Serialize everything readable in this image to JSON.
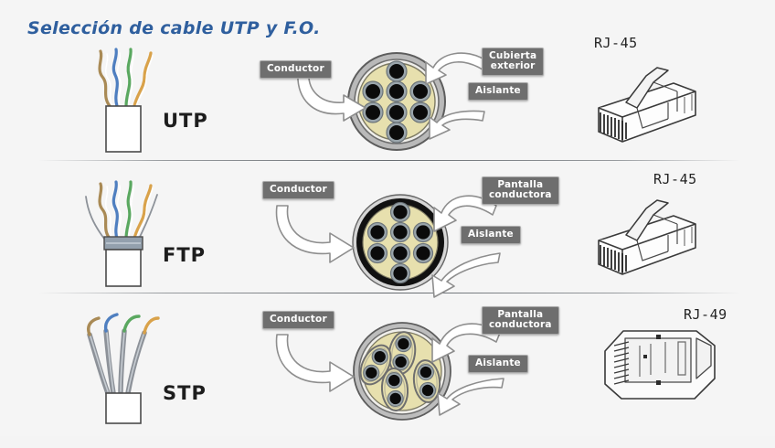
{
  "document": {
    "title": "Selección de cable UTP y F.O.",
    "background_color": "#f5f5f5",
    "title_color": "#2f5f9e"
  },
  "rows": [
    {
      "id": "utp",
      "cable_type_label": "UTP",
      "cable_icon": "utp-cable-bundle-icon",
      "cross_section_icon": "utp-cross-section-icon",
      "connector_icon": "rj45-connector-icon",
      "connector_label": "RJ-45",
      "callouts": [
        {
          "name": "conductor",
          "text": "Conductor"
        },
        {
          "name": "cubierta-exterior",
          "text": "Cubierta\nexterior"
        },
        {
          "name": "aislante",
          "text": "Aislante"
        }
      ]
    },
    {
      "id": "ftp",
      "cable_type_label": "FTP",
      "cable_icon": "ftp-cable-bundle-icon",
      "cross_section_icon": "ftp-cross-section-icon",
      "connector_icon": "rj45-connector-icon",
      "connector_label": "RJ-45",
      "callouts": [
        {
          "name": "conductor",
          "text": "Conductor"
        },
        {
          "name": "pantalla-conductora",
          "text": "Pantalla\nconductora"
        },
        {
          "name": "aislante",
          "text": "Aislante"
        }
      ]
    },
    {
      "id": "stp",
      "cable_type_label": "STP",
      "cable_icon": "stp-cable-bundle-icon",
      "cross_section_icon": "stp-cross-section-icon",
      "connector_icon": "rj49-connector-icon",
      "connector_label": "RJ-49",
      "callouts": [
        {
          "name": "conductor",
          "text": "Conductor"
        },
        {
          "name": "pantalla-conductora",
          "text": "Pantalla\nconductora"
        },
        {
          "name": "aislante",
          "text": "Aislante"
        }
      ]
    }
  ],
  "colors": {
    "jacket_fill": "#ffffff",
    "dielectric_fill": "#e7e0ae",
    "conductor_core": "#0b0b0b",
    "conductor_ring": "#9aa5ab",
    "outer_sheath_gray": "#9b9b9b",
    "shield_black": "#111111",
    "tag_bg": "#6e6e6e",
    "tag_text": "#ffffff",
    "pair_brown": "#a98a55",
    "pair_blue": "#4f7fc0",
    "pair_green": "#5aa860",
    "pair_orange": "#d9a24a",
    "shield_foil": "#8d9299"
  }
}
